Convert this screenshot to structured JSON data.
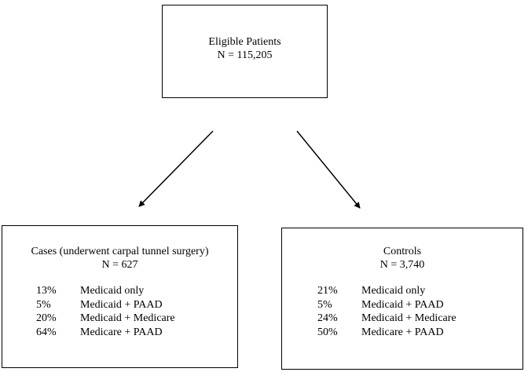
{
  "root": {
    "title": "Eligible Patients",
    "count": "N = 115,205"
  },
  "cases": {
    "title": "Cases (underwent carpal tunnel surgery)",
    "count": "N = 627",
    "rows": [
      {
        "pct": "13%",
        "label": "Medicaid only"
      },
      {
        "pct": "5%",
        "label": "Medicaid + PAAD"
      },
      {
        "pct": "20%",
        "label": "Medicaid + Medicare"
      },
      {
        "pct": "64%",
        "label": "Medicare + PAAD"
      }
    ]
  },
  "controls": {
    "title": "Controls",
    "count": "N = 3,740",
    "rows": [
      {
        "pct": "21%",
        "label": "Medicaid only"
      },
      {
        "pct": "5%",
        "label": "Medicaid + PAAD"
      },
      {
        "pct": "24%",
        "label": "Medicaid + Medicare"
      },
      {
        "pct": "50%",
        "label": "Medicare + PAAD"
      }
    ]
  }
}
